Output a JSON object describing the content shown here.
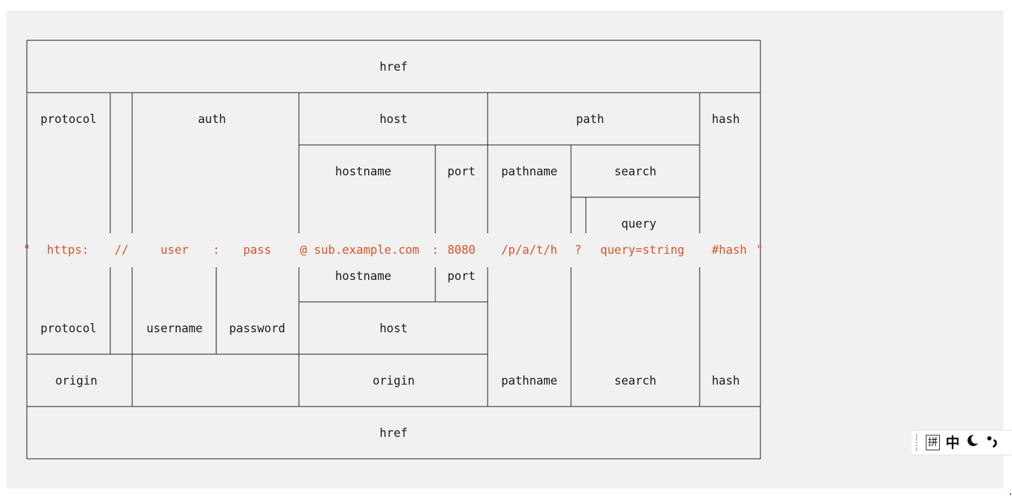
{
  "diagram": {
    "labels": {
      "href_top": "href",
      "protocol_top": "protocol",
      "auth": "auth",
      "host_top": "host",
      "path": "path",
      "hash_top": "hash",
      "hostname_top": "hostname",
      "port_top": "port",
      "pathname_top": "pathname",
      "search_top": "search",
      "query": "query",
      "hostname_bottom": "hostname",
      "port_bottom": "port",
      "protocol_bottom": "protocol",
      "username": "username",
      "password": "password",
      "host_bottom": "host",
      "origin_left": "origin",
      "origin_right": "origin",
      "pathname_bottom": "pathname",
      "search_bottom": "search",
      "hash_bottom": "hash",
      "href_bottom": "href"
    },
    "url_parts": {
      "quote_open": "\"",
      "protocol": "https:",
      "slashes": "//",
      "user": "user",
      "colon": ":",
      "pass": "pass",
      "host": "@ sub.example.com",
      "port_colon": ":",
      "port": "8080",
      "pathname": "/p/a/t/h",
      "question": "?",
      "query": "query=string",
      "hash": "#hash",
      "quote_close": "\""
    }
  },
  "ime_toolbar": {
    "mode_icon": "拼",
    "language": "中",
    "moon_icon": "moon-icon",
    "punct_icon": "punctuation-icon"
  }
}
